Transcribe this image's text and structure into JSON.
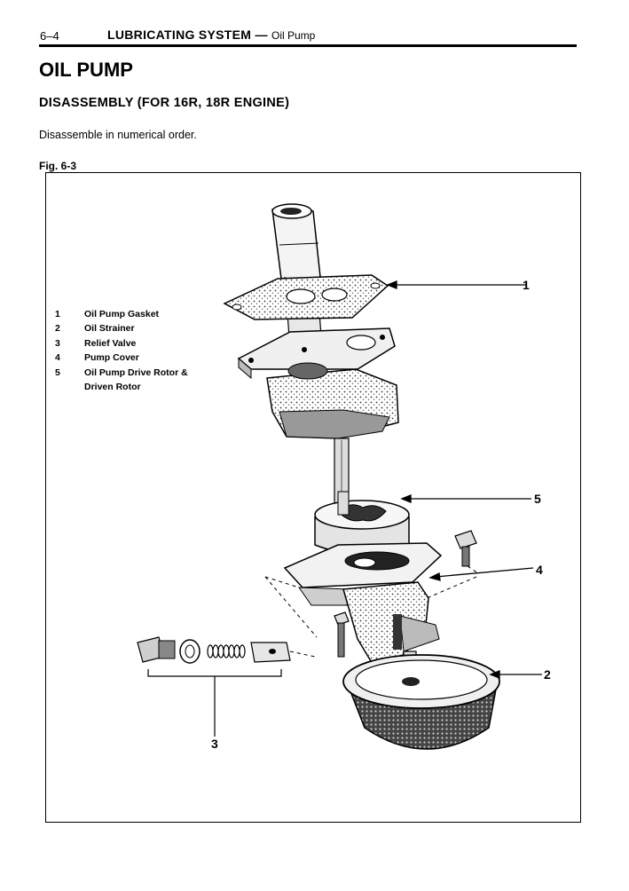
{
  "header": {
    "page_number": "6–4",
    "section": "LUBRICATING SYSTEM",
    "separator": "—",
    "subsection": "Oil Pump"
  },
  "title": "OIL PUMP",
  "subtitle": "DISASSEMBLY (FOR 16R, 18R ENGINE)",
  "instruction": "Disassemble in numerical order.",
  "figure": {
    "label": "Fig. 6-3",
    "legend": [
      {
        "num": "1",
        "text": "Oil Pump Gasket"
      },
      {
        "num": "2",
        "text": "Oil Strainer"
      },
      {
        "num": "3",
        "text": "Relief Valve"
      },
      {
        "num": "4",
        "text": "Pump Cover"
      },
      {
        "num": "5",
        "text": "Oil Pump Drive Rotor & Driven Rotor"
      }
    ],
    "callouts": [
      "1",
      "2",
      "3",
      "4",
      "5"
    ]
  }
}
